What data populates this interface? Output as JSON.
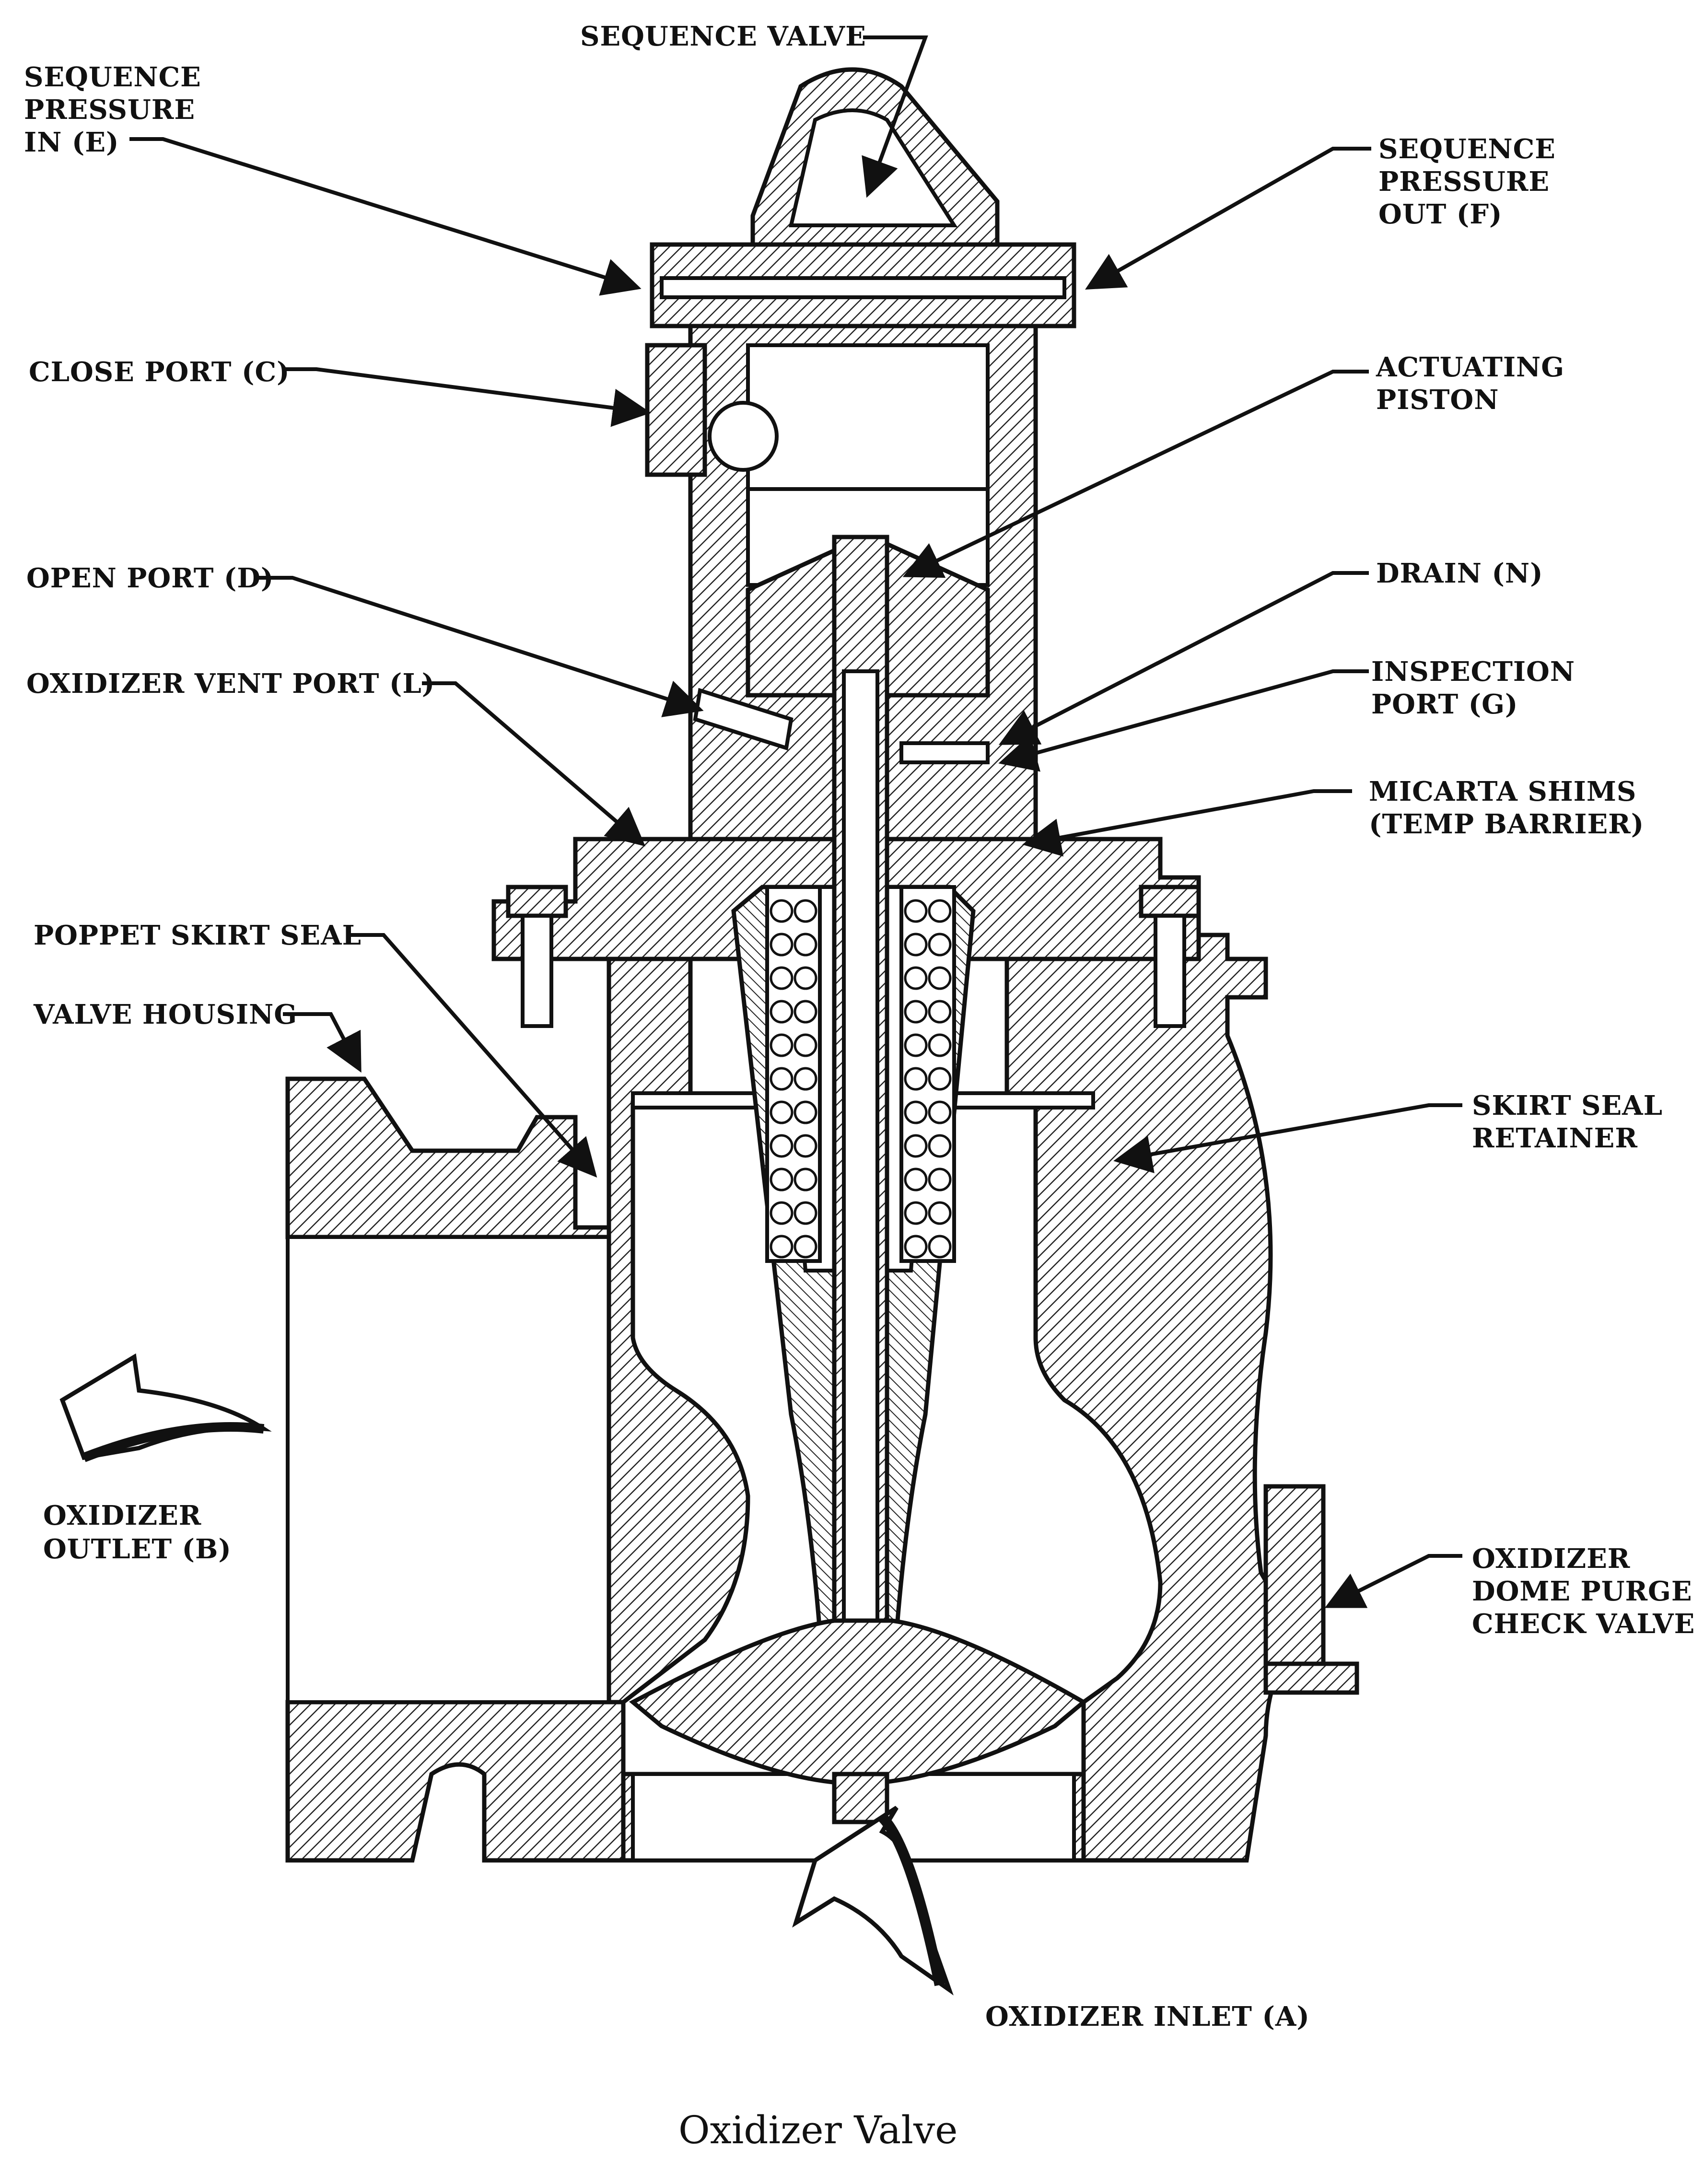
{
  "caption": "Oxidizer Valve",
  "labels": {
    "sequence_valve": "SEQUENCE VALVE",
    "seq_in": [
      "SEQUENCE",
      "PRESSURE",
      "IN (E)"
    ],
    "seq_out": [
      "SEQUENCE",
      "PRESSURE",
      "OUT (F)"
    ],
    "close_port": "CLOSE PORT (C)",
    "actuating_piston": [
      "ACTUATING",
      "PISTON"
    ],
    "open_port": "OPEN PORT (D)",
    "drain": "DRAIN (N)",
    "vent_port": "OXIDIZER VENT PORT (L)",
    "inspection_port": [
      "INSPECTION",
      "PORT (G)"
    ],
    "micarta_shims": [
      "MICARTA SHIMS",
      "(TEMP BARRIER)"
    ],
    "poppet_skirt_seal": "POPPET SKIRT SEAL",
    "valve_housing": "VALVE HOUSING",
    "skirt_seal_retainer": [
      "SKIRT SEAL",
      "RETAINER"
    ],
    "oxidizer_outlet": [
      "OXIDIZER",
      "OUTLET (B)"
    ],
    "dome_purge": [
      "OXIDIZER",
      "DOME PURGE",
      "CHECK VALVE"
    ],
    "oxidizer_inlet": "OXIDIZER INLET (A)"
  }
}
